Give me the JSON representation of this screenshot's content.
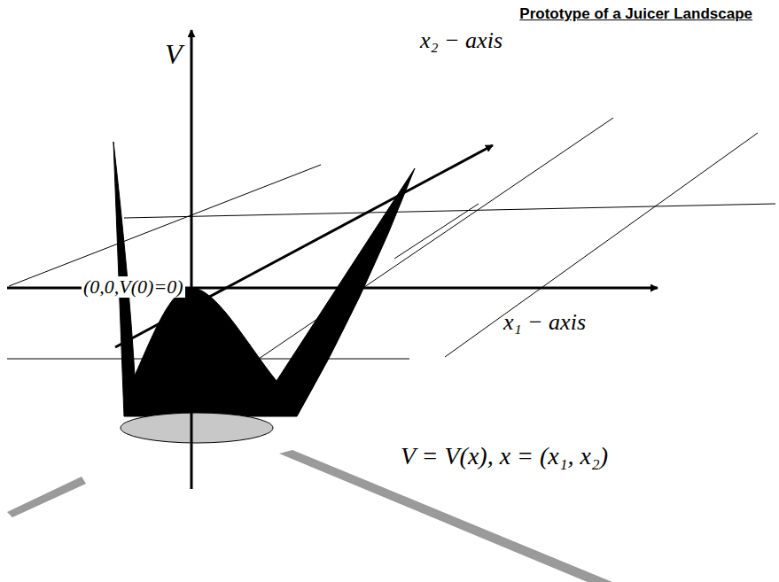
{
  "diagram": {
    "title": "Prototype of a Juicer Landscape",
    "labels": [
      "V",
      "x₂ − axis",
      "(0,0,V(0)=0)",
      "x₁ − axis",
      "V = V(x),  x = (x₁, x₂)"
    ]
  }
}
